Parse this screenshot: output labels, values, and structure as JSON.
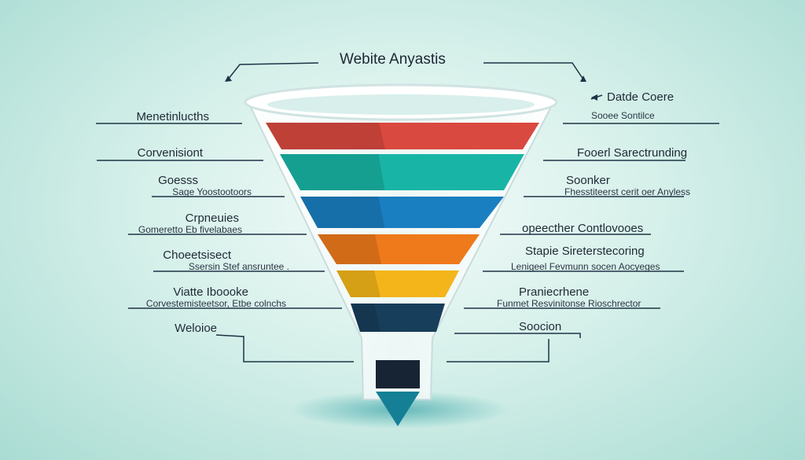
{
  "title": "Webite Anyastis",
  "left_labels": [
    {
      "main": "Menetinlucths",
      "sub": ""
    },
    {
      "main": "Corvenisiont",
      "sub": ""
    },
    {
      "main": "Goesss",
      "sub": "Sage Yoostootoors"
    },
    {
      "main": "Crpneuies",
      "sub": "Gomeretto Eb fivelabaes"
    },
    {
      "main": "Choeetsisect",
      "sub": "Ssersin Stef ansruntee ."
    },
    {
      "main": "Viatte Iboooke",
      "sub": "Corvestemisteetsor, Etbe colnchs"
    },
    {
      "main": "Weloioe",
      "sub": ""
    }
  ],
  "right_labels": [
    {
      "main": "Datde Coere",
      "sub": "Sooee Sontilce"
    },
    {
      "main": "Fooerl Sarectrunding",
      "sub": ""
    },
    {
      "main": "Soonker",
      "sub": "Fhesstiteerst cerit oer Anyless"
    },
    {
      "main": "opeecther Contlovooes",
      "sub": ""
    },
    {
      "main": "Stapie Sireterstecoring",
      "sub": "Lenigeel Fevmunn socen Aocyeges"
    },
    {
      "main": "Praniecrhene",
      "sub": "Funmet Resvinitonse Rioschrector"
    },
    {
      "main": "Soocion",
      "sub": ""
    }
  ],
  "colors": {
    "band_1": "#d9493f",
    "band_2": "#18b5a6",
    "band_3": "#1a7fc1",
    "band_4": "#ee7a1c",
    "band_5": "#f3b51a",
    "band_6": "#173e5a",
    "stem_band": "#172433",
    "tip": "#157f96",
    "line": "#1e3346"
  }
}
